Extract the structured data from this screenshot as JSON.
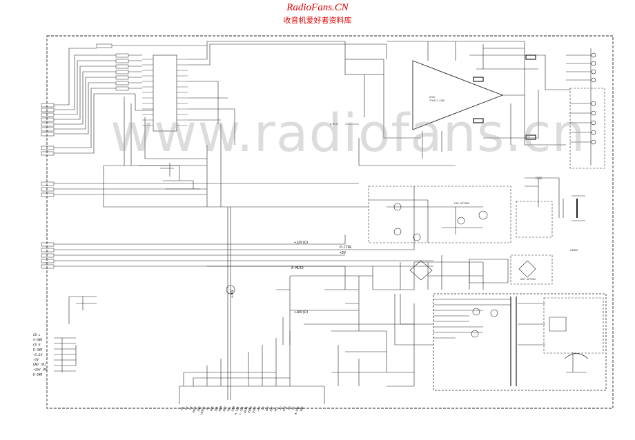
{
  "header": {
    "site": "RadioFans.CN",
    "subtitle": "收音机爱好者资料库"
  },
  "watermark": "www.radiofans.cn",
  "colors": {
    "ink": "#222222",
    "header": "#e00000",
    "watermark": "#999999"
  },
  "labels": {
    "ic_main": "STK411-220E",
    "bus_plus_12v": "+12V(D)",
    "bus_p_ctrl": "P-CTRL",
    "bus_plus_5v": "+5V",
    "bus_a_mute": "A-MUTE",
    "bus_plus_16v": "+16V(D)",
    "bus_vertical": "+16V",
    "fan_option": "FAN OPTION",
    "pt_option": "AVR OPTION"
  },
  "left_connector": {
    "pins": [
      "CD L",
      "A-GND",
      "CD R",
      "D-GND",
      "+5.6V",
      "+5V",
      "GND (M)",
      "+16V (M)",
      "D-GND"
    ]
  },
  "bottom_connector": {
    "pins": [
      "P1",
      "P2",
      "P3",
      "VKEY",
      "GND",
      "VKEY2",
      "FL",
      "VDD",
      "SDA",
      "REM",
      "DL3",
      "SCL",
      "DIM",
      "R.CLK",
      "L-CLK",
      "DATA",
      "REMO",
      "DIRT",
      "+5V",
      "PT",
      "VFF",
      "RST",
      "ACL",
      "A2",
      "STB",
      "SH",
      "ST",
      "A-GND",
      "GND"
    ]
  }
}
